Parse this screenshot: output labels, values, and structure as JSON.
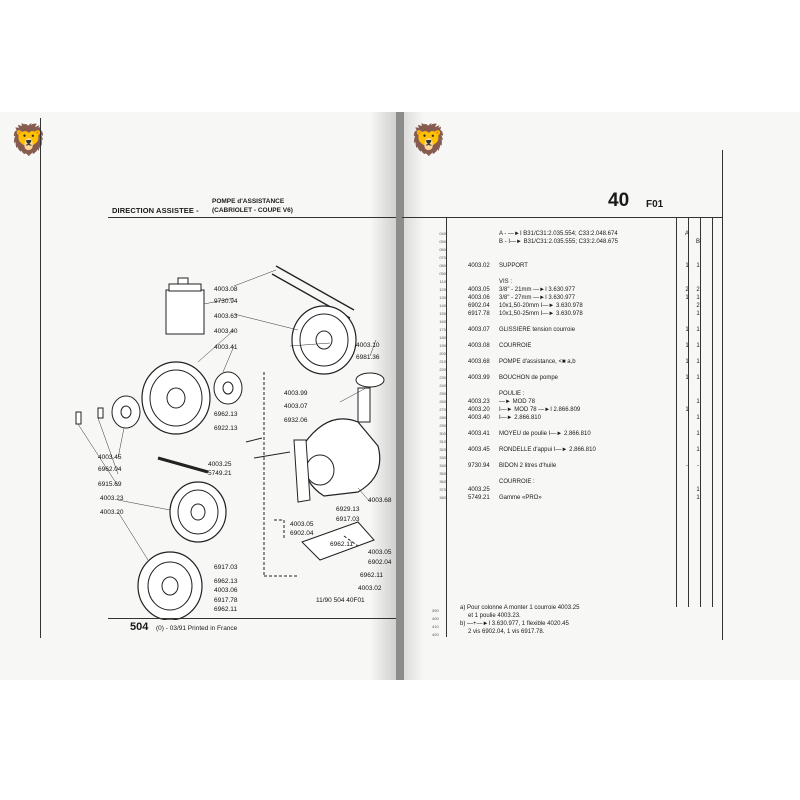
{
  "left_page": {
    "heading": "DIRECTION ASSISTEE -",
    "sub_title_1": "POMPE d'ASSISTANCE",
    "sub_title_2": "(CABRIOLET - COUPE V6)",
    "diagram_code": "11/90  504  40F01",
    "footer_model": "504",
    "footer_info": "(0) - 03/91 Printed in France",
    "callouts": {
      "c1": "4003.08",
      "c2": "9730.94",
      "c3": "4003.63",
      "c4": "4003.40",
      "c5": "4003.41",
      "c6": "4003.45",
      "c7": "6962.04",
      "c8": "6915.69",
      "c9": "4003.23",
      "c10": "4003.20",
      "c11": "6962.13",
      "c12": "6922.13",
      "c13": "4003.25",
      "c14": "5749.21",
      "c15": "4003.99",
      "c16": "4003.07",
      "c17": "6932.06",
      "c18": "4003.10",
      "c19": "6981.36",
      "c20": "4003.68",
      "c21": "6929.13",
      "c22": "6917.03",
      "c23": "4003.05",
      "c24": "6902.04",
      "c25": "6962.11",
      "c26": "4003.05",
      "c27": "6902.04",
      "c28": "6962.11",
      "c29": "6917.03",
      "c30": "6962.13",
      "c31": "4003.06",
      "c32": "6917.78",
      "c33": "6962.11",
      "c34": "4003.02"
    }
  },
  "right_page": {
    "page_number": "40",
    "section_code": "F01",
    "rows": [
      {
        "no": "040",
        "ref": "",
        "desc": "A - —►I B31/C31:2.035.554; C33:2.048.674",
        "q1": "A",
        "q2": ""
      },
      {
        "no": "050",
        "ref": "",
        "desc": "B - I—► B31/C31:2.035.555; C33:2.048.675",
        "q1": "",
        "q2": "B"
      },
      {
        "no": "060",
        "ref": "",
        "desc": "",
        "q1": "",
        "q2": ""
      },
      {
        "no": "070",
        "ref": "",
        "desc": "",
        "q1": "",
        "q2": ""
      },
      {
        "no": "080",
        "ref": "4003.02",
        "desc": "SUPPORT",
        "q1": "1",
        "q2": "1"
      },
      {
        "no": "090",
        "ref": "",
        "desc": "",
        "q1": "",
        "q2": ""
      },
      {
        "no": "110",
        "ref": "",
        "desc": "VIS :",
        "q1": "",
        "q2": ""
      },
      {
        "no": "120",
        "ref": "4003.05",
        "desc": "3/8\" - 21mm  —►I 3.630.977",
        "q1": "2",
        "q2": "2"
      },
      {
        "no": "130",
        "ref": "4003.06",
        "desc": "3/8\" - 27mm  —►I 3.630.977",
        "q1": "1",
        "q2": "1"
      },
      {
        "no": "140",
        "ref": "6902.04",
        "desc": "10x1,50-20mm I—► 3.630.978",
        "q1": "",
        "q2": "2"
      },
      {
        "no": "150",
        "ref": "6917.78",
        "desc": "10x1,50-25mm I—► 3.630.978",
        "q1": "",
        "q2": "1"
      },
      {
        "no": "160",
        "ref": "",
        "desc": "",
        "q1": "",
        "q2": ""
      },
      {
        "no": "170",
        "ref": "4003.07",
        "desc": "GLISSIERE tension courroie",
        "q1": "1",
        "q2": "1"
      },
      {
        "no": "180",
        "ref": "",
        "desc": "",
        "q1": "",
        "q2": ""
      },
      {
        "no": "190",
        "ref": "4003.08",
        "desc": "COURROIE",
        "q1": "1",
        "q2": "1"
      },
      {
        "no": "200",
        "ref": "",
        "desc": "",
        "q1": "",
        "q2": ""
      },
      {
        "no": "210",
        "ref": "4003.68",
        "desc": "POMPE d'assistance, <■ a,b",
        "q1": "1",
        "q2": "1"
      },
      {
        "no": "220",
        "ref": "",
        "desc": "",
        "q1": "",
        "q2": ""
      },
      {
        "no": "230",
        "ref": "4003.99",
        "desc": "BOUCHON de pompe",
        "q1": "1",
        "q2": "1"
      },
      {
        "no": "240",
        "ref": "",
        "desc": "",
        "q1": "",
        "q2": ""
      },
      {
        "no": "250",
        "ref": "",
        "desc": "POULIE :",
        "q1": "",
        "q2": ""
      },
      {
        "no": "260",
        "ref": "4003.23",
        "desc": "—► MOD 78",
        "q1": "",
        "q2": "1"
      },
      {
        "no": "270",
        "ref": "4003.20",
        "desc": "I—► MOD 78 —►I 2.866.809",
        "q1": "1",
        "q2": ""
      },
      {
        "no": "280",
        "ref": "4003.40",
        "desc": "I—► 2.866.810",
        "q1": "",
        "q2": "1"
      },
      {
        "no": "290",
        "ref": "",
        "desc": "",
        "q1": "",
        "q2": ""
      },
      {
        "no": "300",
        "ref": "4003.41",
        "desc": "MOYEU de poulie I—► 2.866.810",
        "q1": "",
        "q2": "1"
      },
      {
        "no": "310",
        "ref": "",
        "desc": "",
        "q1": "",
        "q2": ""
      },
      {
        "no": "320",
        "ref": "4003.45",
        "desc": "RONDELLE d'appui I—► 2.866.810",
        "q1": "",
        "q2": "1"
      },
      {
        "no": "330",
        "ref": "",
        "desc": "",
        "q1": "",
        "q2": ""
      },
      {
        "no": "340",
        "ref": "9730.94",
        "desc": "BIDON 2 litres d'huile",
        "q1": "-",
        "q2": "-"
      },
      {
        "no": "350",
        "ref": "",
        "desc": "",
        "q1": "",
        "q2": ""
      },
      {
        "no": "360",
        "ref": "",
        "desc": "COURROIE :",
        "q1": "",
        "q2": ""
      },
      {
        "no": "370",
        "ref": "4003.25",
        "desc": "",
        "q1": "",
        "q2": "1"
      },
      {
        "no": "380",
        "ref": "5749.21",
        "desc": "Gamme «PRO»",
        "q1": "",
        "q2": "1"
      }
    ],
    "notes": {
      "n1_no": "390",
      "n1": "a) Pour colonne A monter 1 courroie 4003.25",
      "n2_no": "400",
      "n2": "et 1 poulie 4003.23.",
      "n3_no": "410",
      "n3": "b) —+—►I 3.630.977, 1 flexible 4020.45",
      "n4_no": "420",
      "n4": "2 vis 6902.04, 1 vis 6917.78."
    }
  },
  "icons": {
    "left_logo": "peugeot-lion-icon",
    "right_logo": "peugeot-lion-icon"
  }
}
